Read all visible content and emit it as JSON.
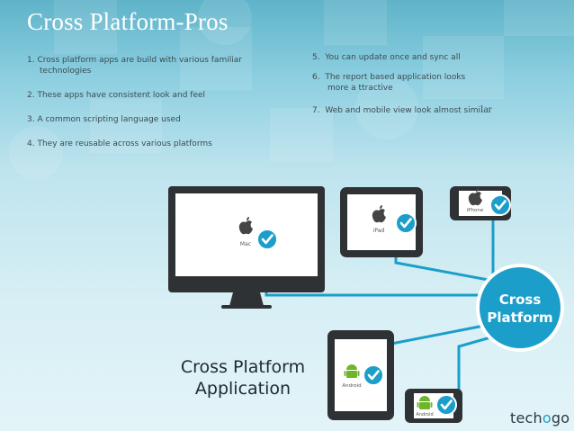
{
  "slide": {
    "title": "Cross Platform-Pros"
  },
  "left_points": [
    {
      "num": "1.",
      "line1": "Cross platform apps are build with various familiar",
      "line2": "technologies"
    },
    {
      "num": "2.",
      "line1": "These apps have consistent look and feel",
      "line2": ""
    },
    {
      "num": "3.",
      "line1": "A common scripting language used",
      "line2": ""
    },
    {
      "num": "4.",
      "line1": "They are reusable across various platforms",
      "line2": ""
    }
  ],
  "right_points": [
    {
      "num": "5.",
      "line1": "You can update once and sync all",
      "line2": ""
    },
    {
      "num": "6.",
      "line1": "The report based application looks",
      "line2": "more a ttractive"
    },
    {
      "num": "7.",
      "line1": "Web and mobile view look almost simi",
      "tail": "lar"
    }
  ],
  "graphic": {
    "hub_line1": "Cross",
    "hub_line2": "Platform",
    "app_title_line1": "Cross Platform",
    "app_title_line2": "Application",
    "mac_label": "Mac",
    "ipad_label": "iPad",
    "iphone_label": "iPhone",
    "android_tablet_label": "Android",
    "android_phone_label": "Android",
    "accent_color": "#1b9ec9",
    "device_color": "#2f3235"
  },
  "logo": {
    "text_a": "tech",
    "text_b": "o",
    "text_c": "go"
  }
}
